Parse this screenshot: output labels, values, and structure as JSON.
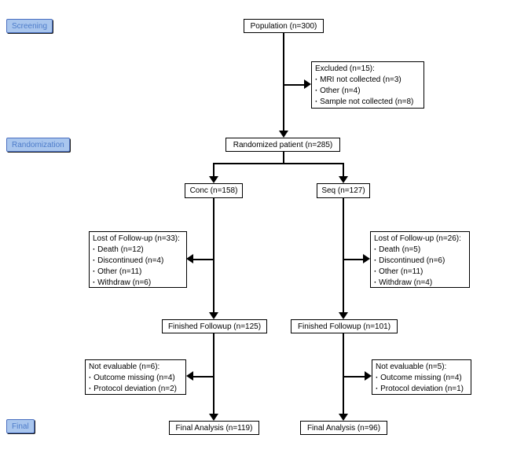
{
  "stages": [
    {
      "label": "Screening"
    },
    {
      "label": "Randomization"
    },
    {
      "label": "Final"
    }
  ],
  "boxes": {
    "population": {
      "text": "Population (n=300)"
    },
    "excluded": {
      "title": "Excluded (n=15):",
      "items": [
        "MRI not collected (n=3)",
        "Other (n=4)",
        "Sample not collected (n=8)"
      ]
    },
    "randomized": {
      "text": "Randomized patient (n=285)"
    },
    "conc": {
      "text": "Conc (n=158)"
    },
    "seq": {
      "text": "Seq (n=127)"
    },
    "lost_left": {
      "title": "Lost of Follow-up (n=33):",
      "items": [
        "Death (n=12)",
        "Discontinued (n=4)",
        "Other (n=11)",
        "Withdraw (n=6)"
      ]
    },
    "lost_right": {
      "title": "Lost of Follow-up (n=26):",
      "items": [
        "Death (n=5)",
        "Discontinued (n=6)",
        "Other (n=11)",
        "Withdraw (n=4)"
      ]
    },
    "finished_left": {
      "text": "Finished Followup (n=125)"
    },
    "finished_right": {
      "text": "Finished Followup (n=101)"
    },
    "noteval_left": {
      "title": "Not evaluable (n=6):",
      "items": [
        "Outcome missing (n=4)",
        "Protocol deviation (n=2)"
      ]
    },
    "noteval_right": {
      "title": "Not evaluable (n=5):",
      "items": [
        "Outcome missing (n=4)",
        "Protocol deviation (n=1)"
      ]
    },
    "final_left": {
      "text": "Final Analysis (n=119)"
    },
    "final_right": {
      "text": "Final Analysis (n=96)"
    }
  },
  "colors": {
    "stage_fill": "#a9c6ee",
    "stage_border": "#4a6fc0",
    "stage_text": "#4d7cc9",
    "box_border": "#000000",
    "line": "#000000",
    "background": "#ffffff"
  }
}
